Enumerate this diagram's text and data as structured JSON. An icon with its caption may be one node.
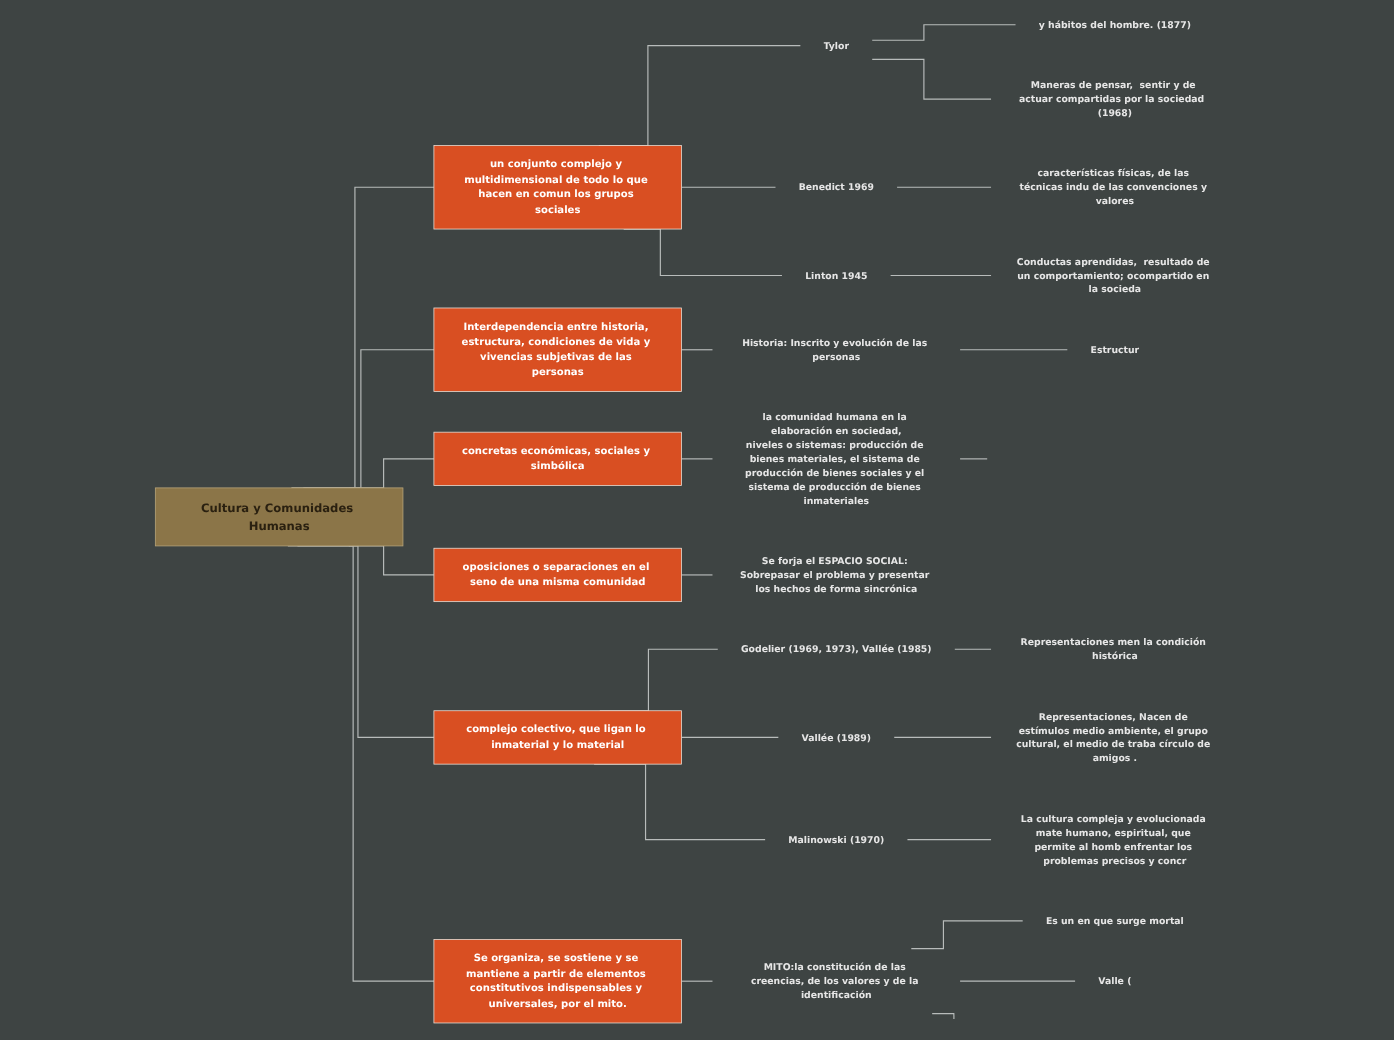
{
  "diagram": {
    "nodes": [
      {
        "text": [
          "Cultura y Comunidades Humanas"
        ]
      },
      {
        "text": [
          "un conjunto complejo y multidimensional de todo lo que hacen en comun los grupos sociales"
        ]
      },
      {
        "text": [
          "Tylor"
        ]
      },
      {
        "text": [
          "y hábitos del hombre. (1877)"
        ]
      },
      {
        "text": [
          "Maneras de pensar,  sentir y de actuar compartidas por la sociedad  (1968)"
        ]
      },
      {
        "text": [
          "Benedict 1969"
        ]
      },
      {
        "text": [
          "características físicas, de las técnicas indu de las convenciones y valores"
        ]
      },
      {
        "text": [
          "Linton 1945"
        ]
      },
      {
        "text": [
          "Conductas aprendidas,  resultado de un comportamiento; ocompartido en la socieda"
        ]
      },
      {
        "text": [
          "Interdependencia entre historia, estructura, condiciones de vida y vivencias subjetivas de las personas"
        ]
      },
      {
        "text": [
          "Historia: Inscrito y evolución de las personas"
        ]
      },
      {
        "text": [
          "Estructur"
        ]
      },
      {
        "text": [
          "concretas económicas, sociales y simbólica"
        ]
      },
      {
        "text": [
          "la comunidad humana en la elaboración en sociedad,",
          "niveles o sistemas: producción de bienes materiales, el sistema de producción de bienes sociales y el sistema de producción de bienes inmateriales"
        ]
      },
      {
        "text": [
          "oposiciones o separaciones en el seno de una misma comunidad"
        ]
      },
      {
        "text": [
          "Se forja el ESPACIO SOCIAL: Sobrepasar el problema y presentar los hechos de forma sincrónica"
        ]
      },
      {
        "text": [
          "complejo colectivo, que ligan lo inmaterial y lo material"
        ]
      },
      {
        "text": [
          "Godelier (1969, 1973), Vallée (1985)"
        ]
      },
      {
        "text": [
          "Representaciones men la condición histórica"
        ]
      },
      {
        "text": [
          "Vallée (1989)"
        ]
      },
      {
        "text": [
          "Representaciones, Nacen de estímulos medio ambiente, el grupo cultural, el medio de traba círculo de amigos ."
        ]
      },
      {
        "text": [
          "Malinowski (1970)"
        ]
      },
      {
        "text": [
          "La cultura compleja y evolucionada mate humano, espiritual, que permite al homb enfrentar los problemas precisos y concr"
        ]
      },
      {
        "text": [
          "Se organiza, se sostiene y se mantiene a partir de elementos constitutivos indispensables y universales, por el mito."
        ]
      },
      {
        "text": [
          "MITO:la constitución de las creencias, de los valores y de la identificación"
        ]
      },
      {
        "text": [
          "Es un en que surge mortal"
        ]
      },
      {
        "text": [
          "Valle ("
        ]
      }
    ],
    "edges": [
      {
        "from": 0,
        "to": 1,
        "arrow": "none"
      },
      {
        "from": 1,
        "to": 2,
        "arrow": "none"
      },
      {
        "from": 2,
        "to": 3,
        "arrow": "none"
      },
      {
        "from": 2,
        "to": 4,
        "arrow": "none"
      },
      {
        "from": 1,
        "to": 5,
        "arrow": "none"
      },
      {
        "from": 5,
        "to": 6,
        "arrow": "none"
      },
      {
        "from": 1,
        "to": 7,
        "arrow": "none"
      },
      {
        "from": 7,
        "to": 8,
        "arrow": "none"
      },
      {
        "from": 0,
        "to": 9,
        "arrow": "none"
      },
      {
        "from": 9,
        "to": 10,
        "arrow": "none"
      },
      {
        "from": 10,
        "to": 11,
        "arrow": "none"
      },
      {
        "from": 0,
        "to": 12,
        "arrow": "none"
      },
      {
        "from": 12,
        "to": 13,
        "arrow": "none"
      },
      {
        "from": 13,
        "to": null,
        "arrow": "none"
      },
      {
        "from": 0,
        "to": 14,
        "arrow": "none"
      },
      {
        "from": 14,
        "to": 15,
        "arrow": "none"
      },
      {
        "from": 0,
        "to": 16,
        "arrow": "none"
      },
      {
        "from": 16,
        "to": 17,
        "arrow": "none"
      },
      {
        "from": 17,
        "to": 18,
        "arrow": "none"
      },
      {
        "from": 16,
        "to": 19,
        "arrow": "none"
      },
      {
        "from": 19,
        "to": 20,
        "arrow": "none"
      },
      {
        "from": 16,
        "to": 21,
        "arrow": "none"
      },
      {
        "from": 21,
        "to": 22,
        "arrow": "none"
      },
      {
        "from": 0,
        "to": 23,
        "arrow": "none"
      },
      {
        "from": 23,
        "to": 24,
        "arrow": "none"
      },
      {
        "from": 24,
        "to": 25,
        "arrow": "none"
      },
      {
        "from": 24,
        "to": 26,
        "arrow": "none"
      },
      {
        "from": 24,
        "to": null,
        "arrow": "none"
      }
    ]
  }
}
